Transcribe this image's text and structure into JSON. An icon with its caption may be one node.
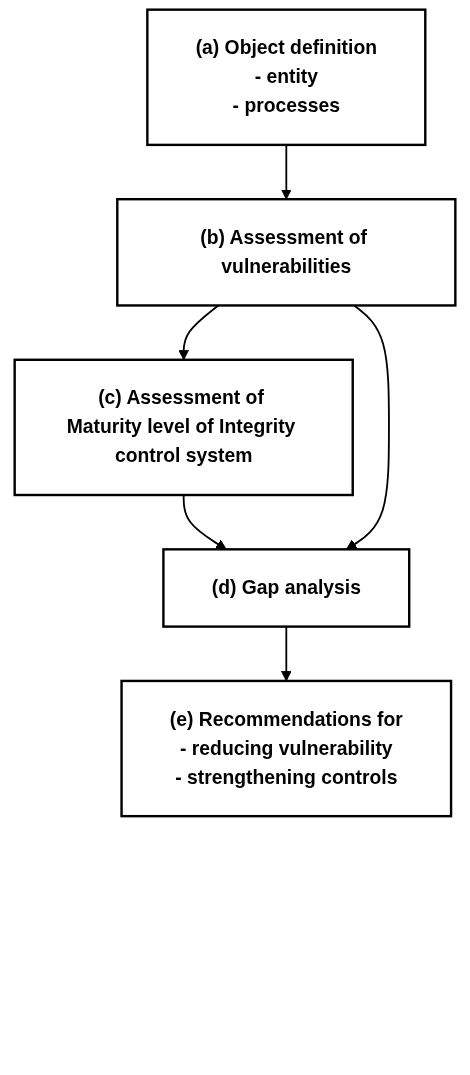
{
  "diagram": {
    "nodes": [
      {
        "text": [
          "(a) Object definition",
          "- entity",
          "- processes"
        ]
      },
      {
        "text": [
          "(b) Assessment of vulnerabilities"
        ]
      },
      {
        "text": [
          "(c) Assessment of Maturity level of Integrity control system"
        ]
      },
      {
        "text": [
          "(d) Gap analysis"
        ]
      },
      {
        "text": [
          "(e) Recommendations for",
          "- reducing vulnerability",
          "- strengthening controls"
        ]
      }
    ],
    "edges": [
      {
        "from": 0,
        "to": 1,
        "arrow": "to"
      },
      {
        "from": 1,
        "to": 2,
        "arrow": "to"
      },
      {
        "from": 2,
        "to": 3,
        "arrow": "to"
      },
      {
        "from": 1,
        "to": 3,
        "arrow": "to"
      },
      {
        "from": 3,
        "to": 4,
        "arrow": "to"
      }
    ]
  }
}
